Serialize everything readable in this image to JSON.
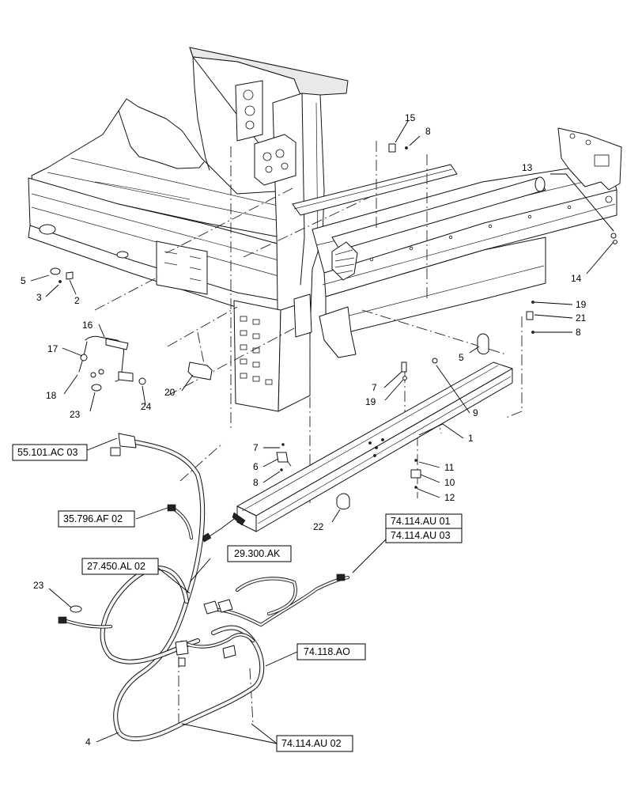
{
  "part_numbers": [
    "1",
    "2",
    "3",
    "4",
    "5",
    "5",
    "6",
    "7",
    "7",
    "8",
    "8",
    "8",
    "9",
    "10",
    "11",
    "12",
    "13",
    "14",
    "15",
    "16",
    "17",
    "18",
    "19",
    "19",
    "20",
    "21",
    "22",
    "23",
    "23",
    "24"
  ],
  "references": [
    "55.101.AC 03",
    "35.796.AF 02",
    "27.450.AL 02",
    "29.300.AK",
    "74.114.AU 01",
    "74.114.AU 03",
    "74.118.AO",
    "74.114.AU 02"
  ],
  "colors": {
    "ink": "#111111",
    "shade": "#e9e9e9",
    "paper": "#ffffff"
  }
}
